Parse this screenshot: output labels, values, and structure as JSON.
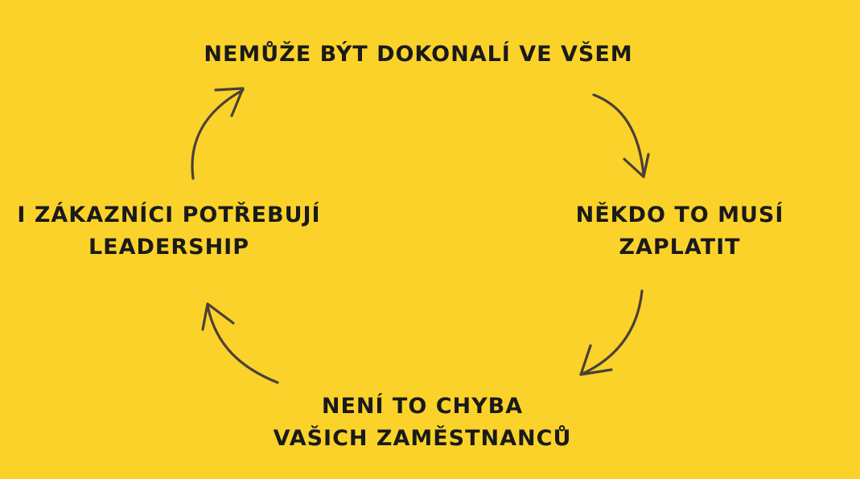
{
  "background_color": "#FBD22A",
  "text_color": "#1a1a1a",
  "arrow_color": "#4a4036",
  "cycle": {
    "top": {
      "line1": "Nemůže být dokonalí ve všem"
    },
    "right": {
      "line1": "Někdo to musí",
      "line2": "zaplatit"
    },
    "bottom": {
      "line1": "Není to chyba",
      "line2": "vašich zaměstnanců"
    },
    "left": {
      "line1": "I zákazníci potřebují",
      "line2": "leadership"
    }
  }
}
